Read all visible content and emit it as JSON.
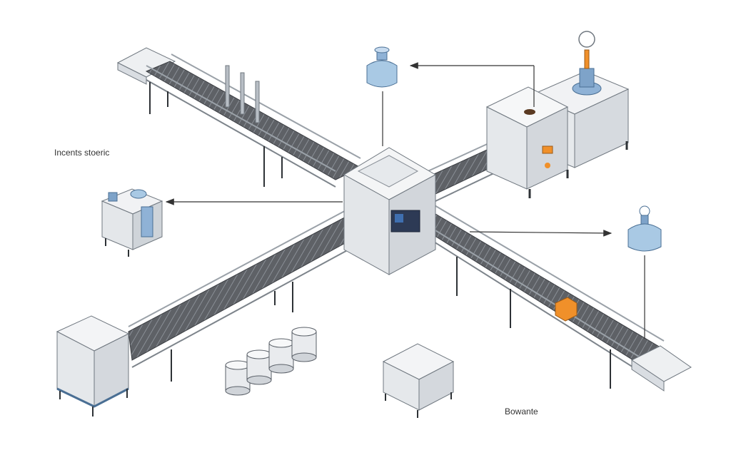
{
  "labels": {
    "incoming": "Incents stoeric",
    "bottom": "Bowante"
  },
  "colors": {
    "machine_fill": "#eef0f2",
    "machine_side": "#d9dde2",
    "machine_stroke": "#707880",
    "belt": "#5e6166",
    "rail": "#9aa1a8",
    "leg": "#2e3236",
    "arrow": "#333333",
    "tank_blue": "#a9c9e4",
    "tank_stroke": "#4a6f94",
    "accent_orange": "#f0902a"
  },
  "icons": [
    "conveyor-belt",
    "junction-machine",
    "workstation-icon",
    "tank-icon",
    "barrel-icon",
    "crate-icon",
    "lamp-icon",
    "arrow-icon"
  ]
}
